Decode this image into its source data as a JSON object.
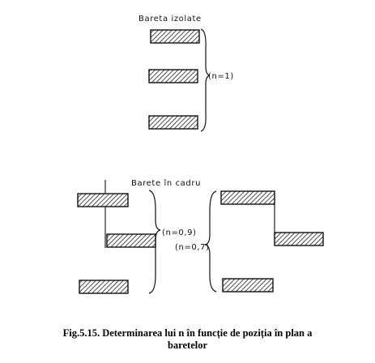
{
  "labels": {
    "isolated": "Bareta izolate",
    "n_isolated": "(n=1)",
    "in_frame": "Barete în cadru",
    "n_frame_1": "(n=0,9)",
    "n_frame_2": "(n=0,7)"
  },
  "caption": {
    "line1": "Fig.5.15. Determinarea lui n în funcție de poziția în plan a",
    "line2": "baretelor"
  }
}
